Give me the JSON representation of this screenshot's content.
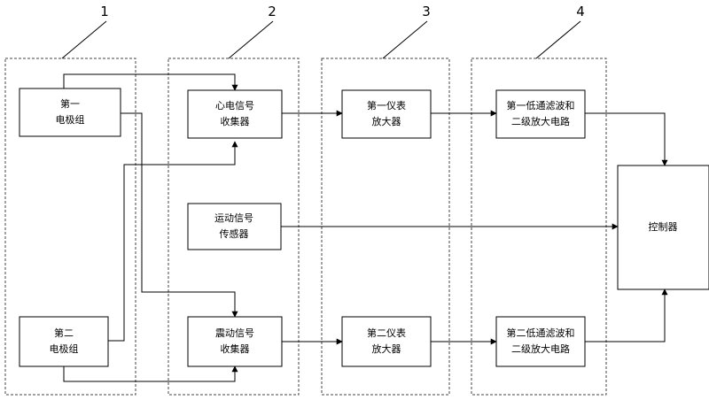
{
  "groups": [
    {
      "id": "g1",
      "label": "1"
    },
    {
      "id": "g2",
      "label": "2"
    },
    {
      "id": "g3",
      "label": "3"
    },
    {
      "id": "g4",
      "label": "4"
    }
  ],
  "blocks": {
    "electrode1": {
      "line1": "第一",
      "line2": "电极组"
    },
    "electrode2": {
      "line1": "第二",
      "line2": "电极组"
    },
    "ecg": {
      "line1": "心电信号",
      "line2": "收集器"
    },
    "motion": {
      "line1": "运动信号",
      "line2": "传感器"
    },
    "vibration": {
      "line1": "震动信号",
      "line2": "收集器"
    },
    "amp1": {
      "line1": "第一仪表",
      "line2": "放大器"
    },
    "amp2": {
      "line1": "第二仪表",
      "line2": "放大器"
    },
    "filter1": {
      "line1": "第一低通滤波和",
      "line2": "二级放大电路"
    },
    "filter2": {
      "line1": "第二低通滤波和",
      "line2": "二级放大电路"
    },
    "controller": {
      "line1": "控制器"
    }
  }
}
